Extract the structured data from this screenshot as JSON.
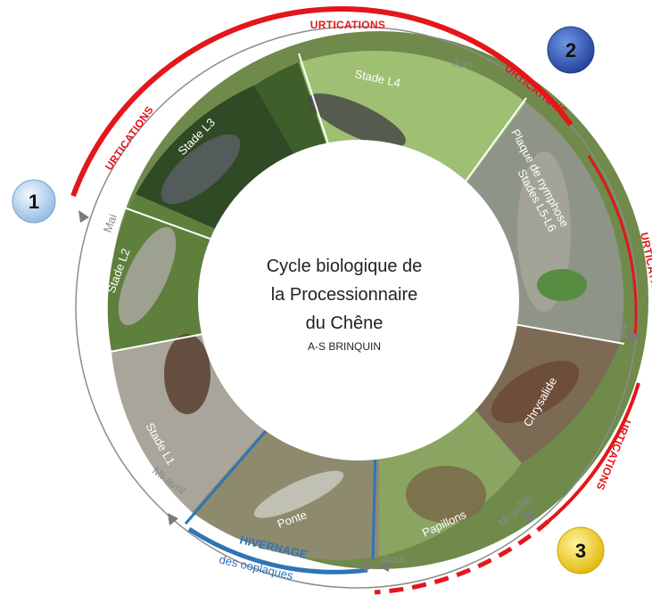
{
  "center": {
    "title_line1": "Cycle biologique de",
    "title_line2": "la Processionnaire",
    "title_line3": "du Chêne",
    "author": "A-S BRINQUIN"
  },
  "months": {
    "mai": "Mai",
    "juin": "Juin",
    "juillet": "Juillet",
    "mi_juillet": "Mi-juillet",
    "aout": "Août",
    "mi_avril": "Mi-avril"
  },
  "stages": {
    "l3": "Stade L3",
    "l4": "Stade L4",
    "plaque": "Plaque de nymphose",
    "l5l6": "Stades L5-L6",
    "chrysalide": "Chrysalide",
    "papillons": "Papillons",
    "ponte": "Ponte",
    "l1": "Stade L1",
    "l2": "Stade L2"
  },
  "urtications": {
    "top": "URTICATIONS",
    "left": "URTICATIONS",
    "right_top": "URTICATIONS",
    "right": "URTICATIONS",
    "bottom_right": "URTICATIONS"
  },
  "hivernage": {
    "line1": "HIVERNAGE",
    "line2": "des ooplaques"
  },
  "badges": [
    "1",
    "2",
    "3"
  ],
  "colors": {
    "urtication_red": "#e3161b",
    "hivernage_blue": "#2e75b6",
    "timeline_gray": "#8c8c8c",
    "badge1": "#bcd7f0",
    "badge2": "#2f57b8",
    "badge3": "#f2d51c"
  }
}
